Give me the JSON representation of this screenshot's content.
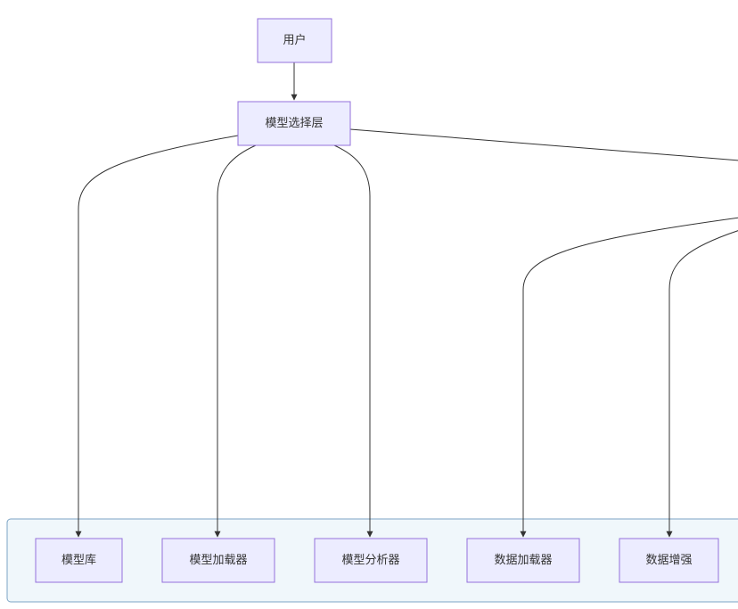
{
  "nodes": {
    "user": "用户",
    "selector": "模型选择层",
    "model_library": "模型库",
    "model_loader": "模型加载器",
    "model_analyzer": "模型分析器",
    "data_loader": "数据加载器",
    "data_augmentation": "数据增强"
  },
  "colors": {
    "node_fill": "#ececff",
    "node_stroke": "#9370db",
    "edge": "#333333",
    "cluster_fill": "#f0f7fb",
    "cluster_stroke": "#7ba3c4"
  }
}
